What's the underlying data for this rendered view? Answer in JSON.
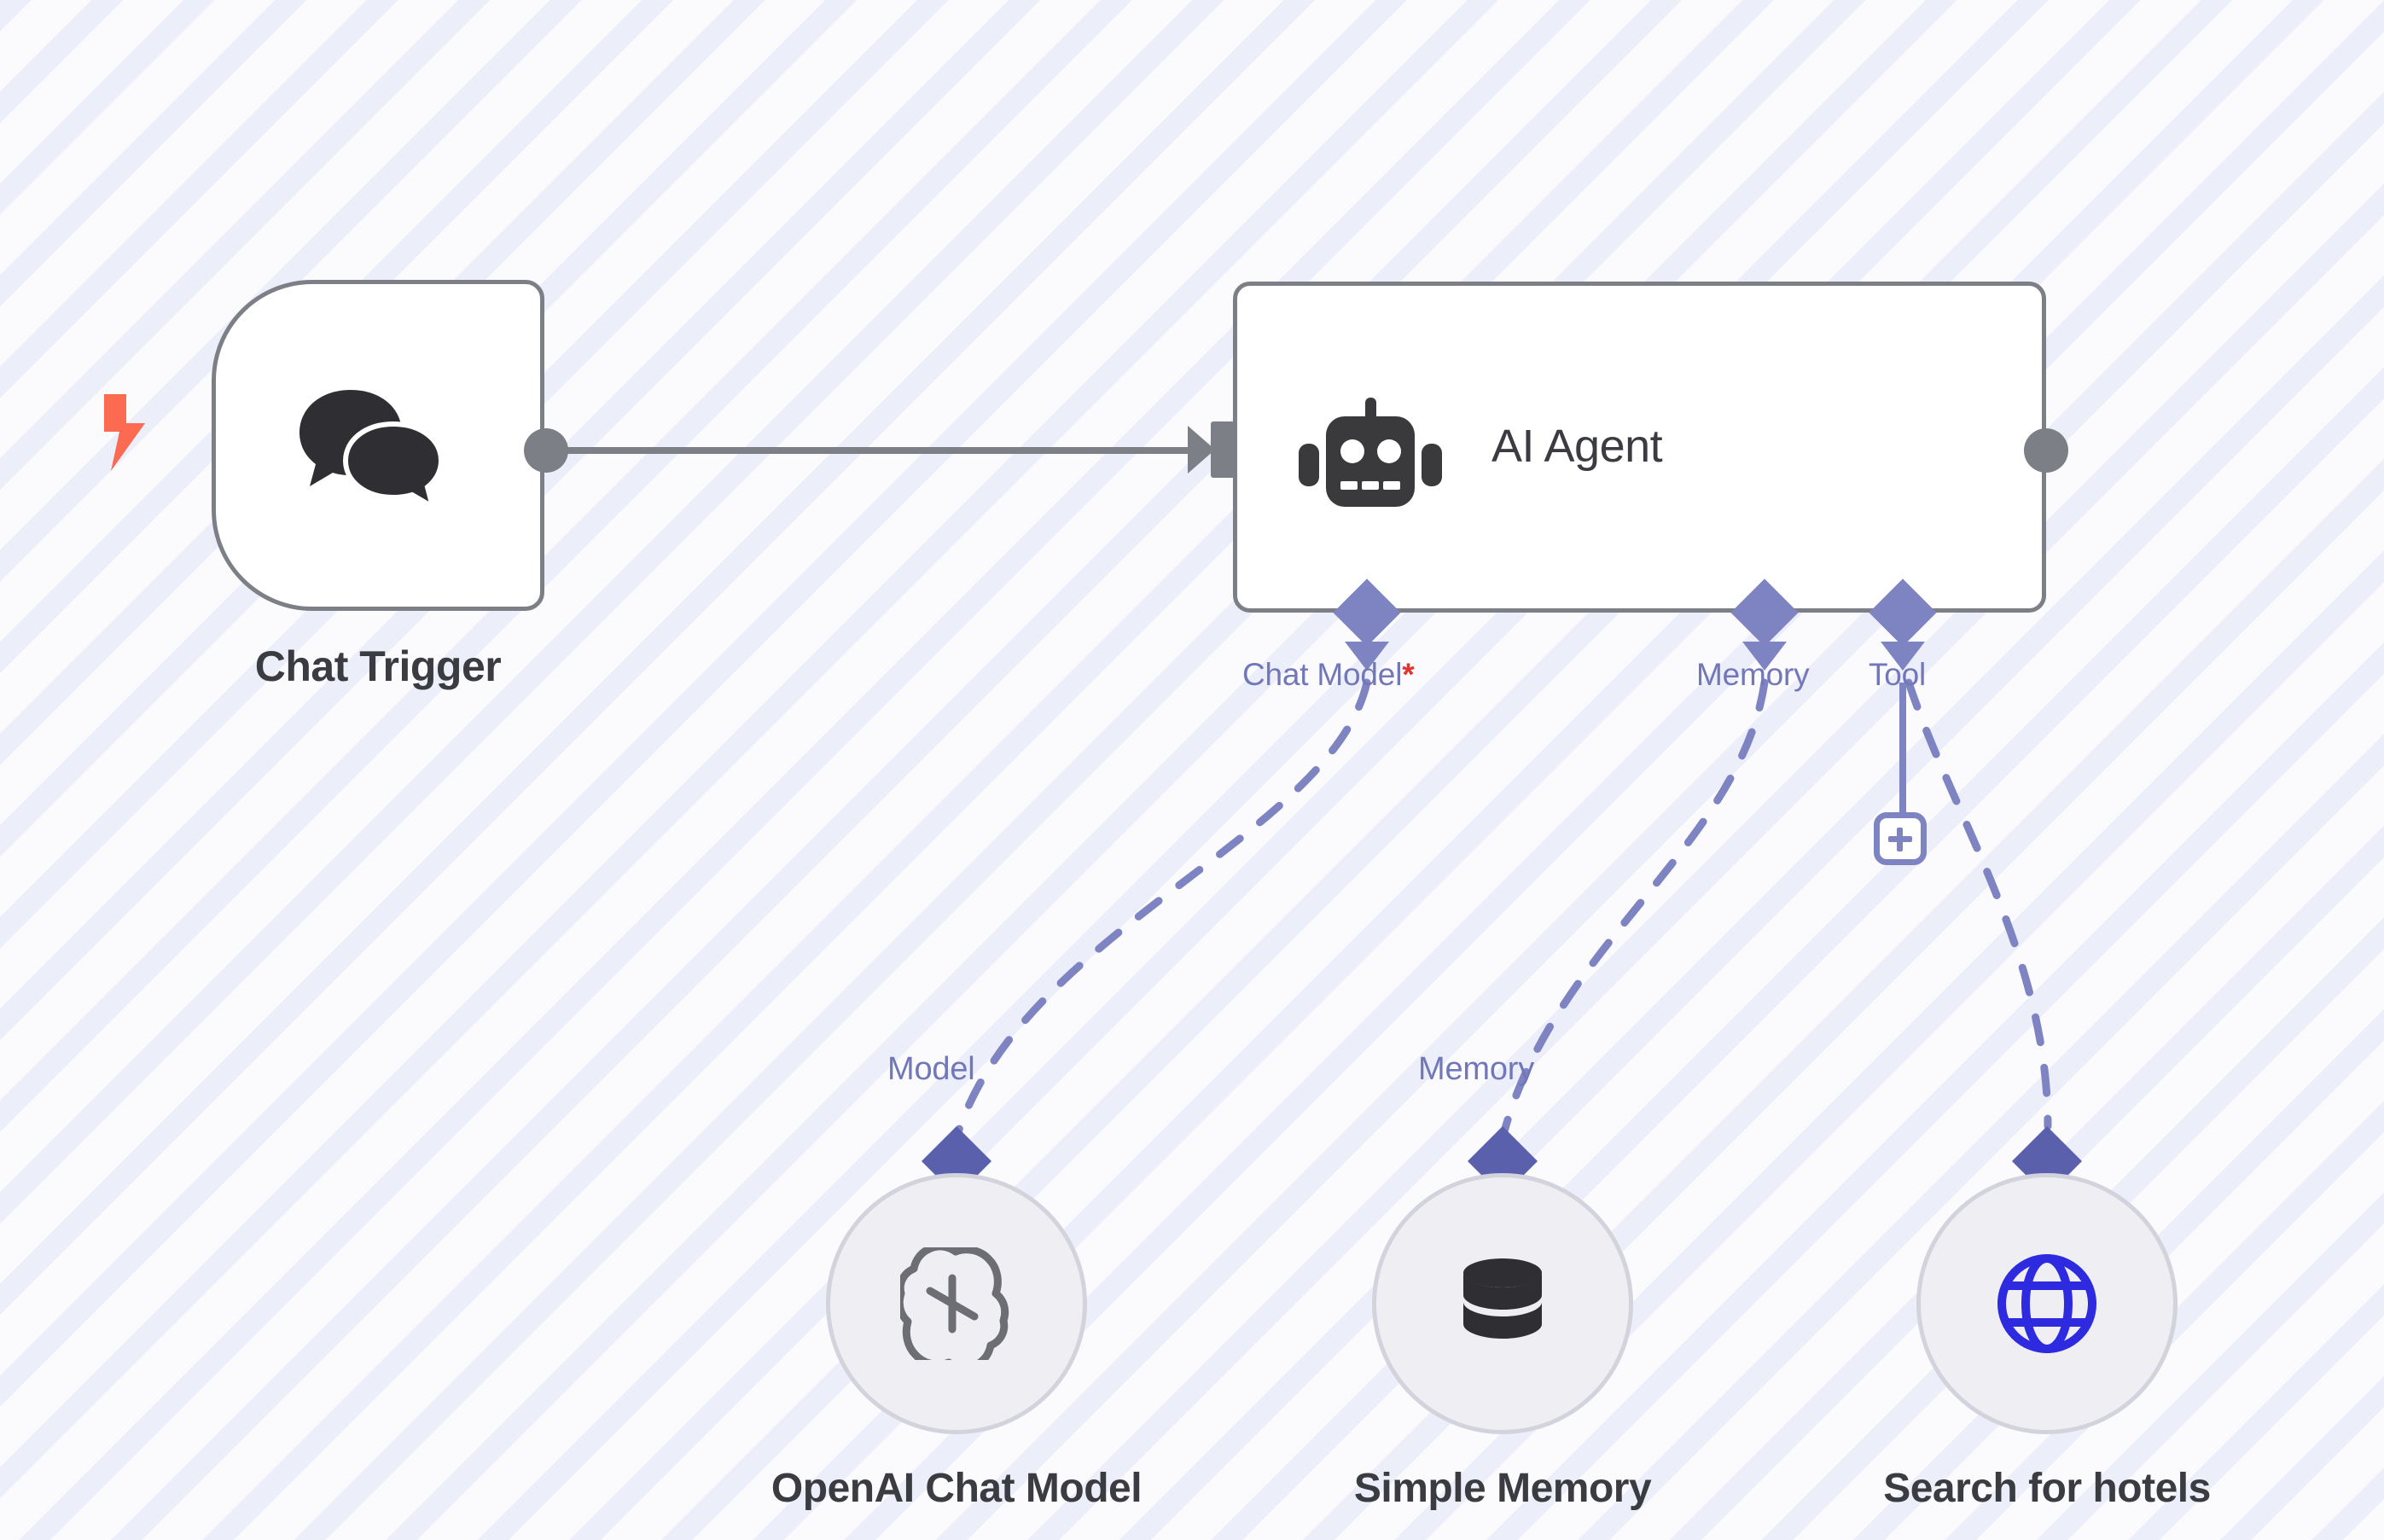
{
  "canvas": {
    "background_color": "#fafbff",
    "stripe_color": "#eceefa",
    "node_border_color": "#7d7f86",
    "port_accent_color": "#7e83c2",
    "sub_port_accent_color": "#5b60ad",
    "required_marker_color": "#e2332c",
    "trigger_bolt_color": "#fd6a52"
  },
  "nodes": {
    "chat_trigger": {
      "title": "Chat Trigger",
      "icon": "chat-bubbles-icon",
      "trigger_icon": "lightning-bolt-icon"
    },
    "ai_agent": {
      "title": "AI Agent",
      "icon": "robot-icon",
      "ports": [
        {
          "label": "Chat Model",
          "required_marker": "*"
        },
        {
          "label": "Memory",
          "required_marker": ""
        },
        {
          "label": "Tool",
          "required_marker": ""
        }
      ],
      "add_tool_button": "+"
    },
    "openai_chat_model": {
      "title": "OpenAI Chat Model",
      "icon": "openai-logo-icon",
      "port_label": "Model"
    },
    "simple_memory": {
      "title": "Simple Memory",
      "icon": "database-icon",
      "port_label": "Memory"
    },
    "search_for_hotels": {
      "title": "Search for hotels",
      "icon": "globe-icon",
      "port_label": ""
    }
  },
  "connections": [
    {
      "from": "chat_trigger",
      "to": "ai_agent",
      "style": "solid",
      "arrow": true
    },
    {
      "from": "openai_chat_model",
      "to": "ai_agent",
      "style": "dashed",
      "arrow": false
    },
    {
      "from": "simple_memory",
      "to": "ai_agent",
      "style": "dashed",
      "arrow": false
    },
    {
      "from": "search_for_hotels",
      "to": "ai_agent",
      "style": "dashed",
      "arrow": false
    }
  ]
}
